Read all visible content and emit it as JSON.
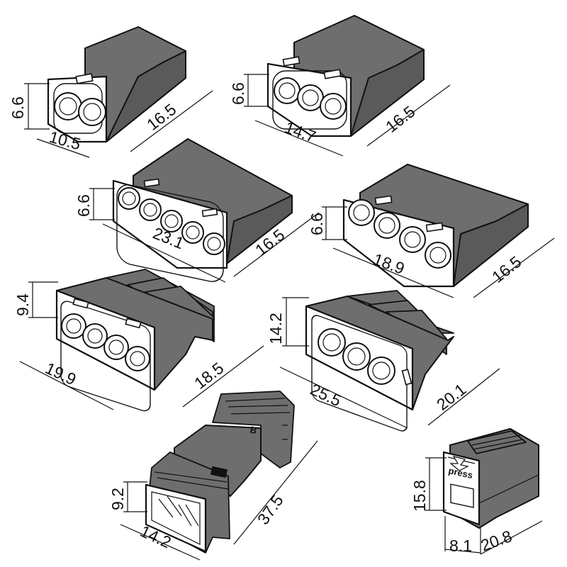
{
  "connectors": [
    {
      "id": "c1",
      "height": "6.6",
      "width": "10.5",
      "depth": "16.5"
    },
    {
      "id": "c2",
      "height": "6.6",
      "width": "14.7",
      "depth": "16.5"
    },
    {
      "id": "c3",
      "height": "6.6",
      "width": "23.1",
      "depth": "16.5"
    },
    {
      "id": "c4",
      "height": "6.6",
      "width": "18.9",
      "depth": "16.5"
    },
    {
      "id": "c5",
      "height": "9.4",
      "width": "19.9",
      "depth": "18.5"
    },
    {
      "id": "c6",
      "height": "14.2",
      "width": "25.5",
      "depth": "20.1"
    },
    {
      "id": "c7",
      "height": "9.2",
      "width": "14.2",
      "depth": "37.5",
      "mark": "B"
    },
    {
      "id": "c8",
      "height": "15.8",
      "width": "8.1",
      "depth": "20.8",
      "label": "press"
    }
  ],
  "colors": {
    "body": "#6e6e6e",
    "line": "#111111",
    "face": "#ffffff"
  }
}
